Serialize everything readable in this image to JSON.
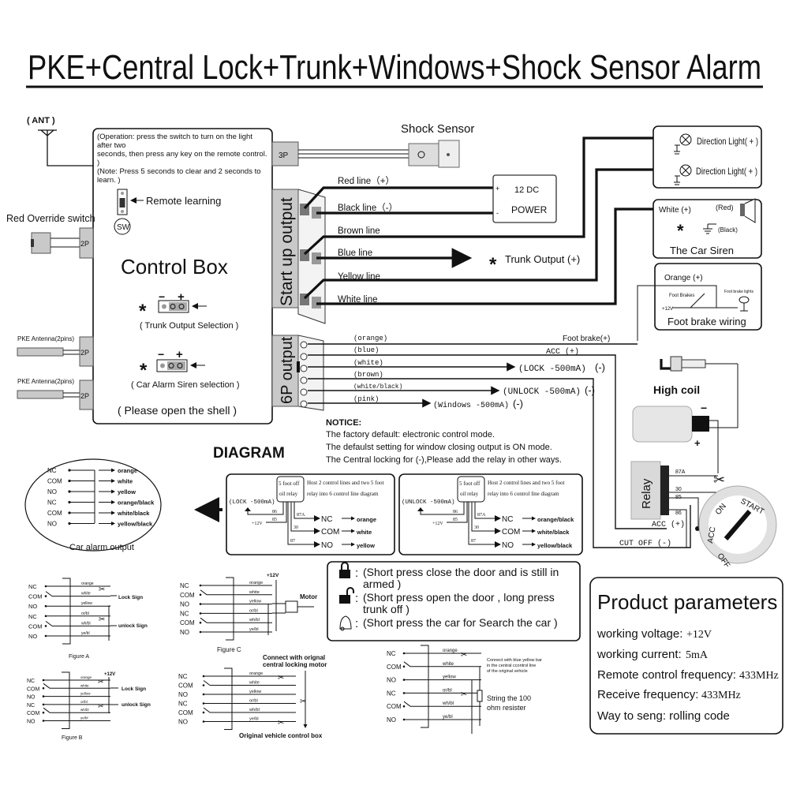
{
  "title": "PKE+Central Lock+Trunk+Windows+Shock Sensor Alarm",
  "antenna": "( ANT )",
  "connectors": {
    "p3": "3P",
    "p2": "2P"
  },
  "control_box": {
    "title": "Control Box",
    "operation": [
      "(Operation: press the switch to turn on the light after two",
      "seconds, then press any key on the remote control. )",
      "(Note: Press 5 seconds to clear and 2 seconds to learn. )"
    ],
    "remote_learning": "Remote learning",
    "sw": "SW",
    "minus": "−",
    "plus": "+",
    "asterisk": "*",
    "trunk_selection": "( Trunk Output  Selection )",
    "siren_selection": "( Car Alarm Siren selection )",
    "open_shell": "( Please open the shell )"
  },
  "left": {
    "override": "Red Override switch",
    "pke_antennas": [
      "PKE Antenna(2pins)",
      "PKE Antenna(2pins)"
    ]
  },
  "shock_sensor": "Shock Sensor",
  "startup_output": {
    "label": "Start up output",
    "wires": [
      "Red line（+）",
      "Black line（-）",
      "Brown line",
      "Blue line",
      "Yellow line",
      "White line"
    ]
  },
  "power": {
    "line1": "12 DC",
    "line2": "POWER",
    "plus": "+",
    "minus": "-"
  },
  "trunk_output": "Trunk  Output (+)",
  "six_p_output": {
    "label": "6P output",
    "wires": [
      "(orange)",
      "(blue)",
      "(white)",
      "(brown)",
      "(white/black)",
      "(pink)"
    ],
    "foot_brake": "Foot brake(+)",
    "acc": "ACC (+)",
    "lock": "(LOCK  -500mA)",
    "unlock": "(UNLOCK -500mA)",
    "windows": "(Windows -500mA)",
    "neg": "(-)"
  },
  "direction_lights": [
    "Direction Light( + )",
    "Direction Light( + )"
  ],
  "siren": {
    "white": "White (+)",
    "red": "(Red)",
    "black": "(Black)",
    "asterisk": "*",
    "title": "The Car Siren"
  },
  "foot_brake_box": {
    "orange": "Orange (+)",
    "brakes": "Foot Brakes",
    "lights": "Foot brake lights",
    "v12": "+12V",
    "title": "Foot brake wiring"
  },
  "high_coil": {
    "label": "High coil",
    "plus": "+",
    "minus": "−"
  },
  "relay": {
    "label": "Relay",
    "pins": [
      "87A",
      "30",
      "85",
      "86"
    ],
    "acc": "ACC (+)",
    "cut_off": "CUT OFF (-)"
  },
  "ignition": {
    "off": "OFF",
    "acc": "ACC",
    "on": "ON",
    "start": "START"
  },
  "notice": {
    "title": "NOTICE:",
    "lines": [
      "The factory default: electronic control mode.",
      "The defaulst setting for window closing output is ON mode.",
      "The Central locking for (-),Please add the relay in other ways."
    ]
  },
  "diagram_label": "DIAGRAM",
  "relay_diagrams": [
    {
      "input": "(LOCK -500mA)",
      "relay": [
        "5 foot off",
        "oil relay"
      ],
      "desc": [
        "Host 2 control lines and two 5 foot",
        "relay into 6 control line diagram"
      ],
      "v12": "+12V",
      "pins": [
        "86",
        "85",
        "87A",
        "30",
        "87"
      ],
      "terms": [
        "NC",
        "COM",
        "NO"
      ],
      "colors": [
        "orange",
        "white",
        "yellow"
      ]
    },
    {
      "input": "(UNLOCK -500mA)",
      "relay": [
        "5 foot off",
        "oil relay"
      ],
      "desc": [
        "Host 2 control lines and two 5 foot",
        "relay into 6 control line diagram"
      ],
      "v12": "+12V",
      "pins": [
        "86",
        "85",
        "87A",
        "30",
        "87"
      ],
      "terms": [
        "NC",
        "COM",
        "NO"
      ],
      "colors": [
        "orange/black",
        "white/black",
        "yellow/black"
      ]
    }
  ],
  "car_alarm_output": {
    "label": "Car alarm output",
    "terms": [
      "NC",
      "COM",
      "NO",
      "NC",
      "COM",
      "NO"
    ],
    "colors": [
      "orange",
      "white",
      "yellow",
      "orange/black",
      "white/black",
      "yellow/black"
    ]
  },
  "legend": [
    {
      "icon": "lock-closed-icon",
      "text": "(Short press close the door and  is still in armed )"
    },
    {
      "icon": "lock-open-icon",
      "text": "(Short press open the door , long press trunk off )"
    },
    {
      "icon": "bell-icon",
      "text": "(Short press the car for Search the car )"
    }
  ],
  "legend_colon": ":",
  "product_parameters": {
    "title": "Product parameters",
    "rows": [
      {
        "label": "working voltage:",
        "value": "+12V"
      },
      {
        "label": "working current:",
        "value": "5mA"
      },
      {
        "label": "Remote control frequency:",
        "value": "433MHz"
      },
      {
        "label": "Receive frequency:",
        "value": "433MHz"
      },
      {
        "label": "Way to seng: rolling code",
        "value": ""
      }
    ]
  },
  "figures": {
    "terms": [
      "NC",
      "COM",
      "NO",
      "NC",
      "COM",
      "NO"
    ],
    "wires": [
      "orange",
      "white",
      "yellow",
      "or/bl",
      "wh/bl",
      "ye/bl"
    ],
    "lock_sign": "Lock Sign",
    "unlock_sign": "unlock Sign",
    "v12": "+12V",
    "motor": "Motor",
    "figure_a": "Figure A",
    "figure_b": "Figure B",
    "figure_c": "Figure C",
    "connect_motor": [
      "Connect with orignal",
      "central locking motor"
    ],
    "original_box": "Original vehicle control box",
    "connect_bar": [
      "Connect with blue yellow bar",
      "in the central ccontrol line",
      "of the original vehicle"
    ],
    "resister": [
      "String the 100",
      "ohm resister"
    ]
  }
}
